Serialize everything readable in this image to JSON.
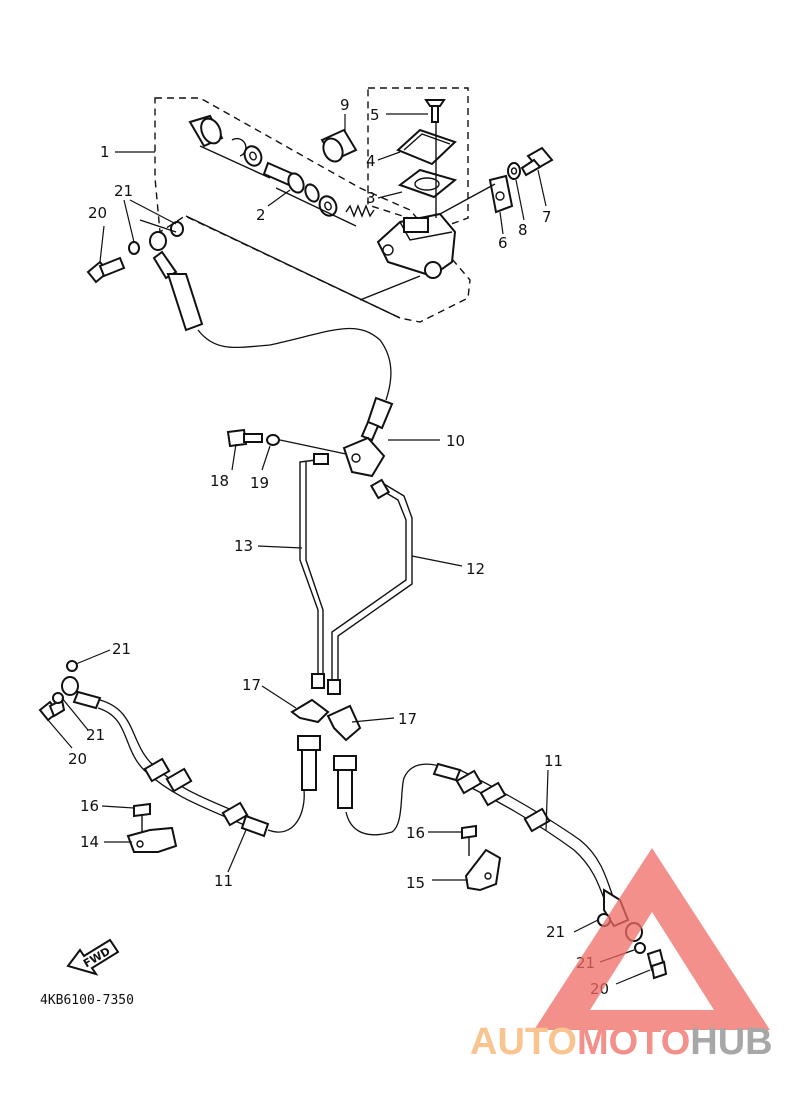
{
  "diagram": {
    "drawing_code": "4KB6100-7350",
    "direction_arrow": "FWD",
    "colors": {
      "line": "#111111",
      "watermark_red": "#ef6b64",
      "watermark_orange": "#f6b26b",
      "watermark_grey": "#8a8a8a"
    },
    "callouts": [
      {
        "id": "c1",
        "label": "1"
      },
      {
        "id": "c2",
        "label": "2"
      },
      {
        "id": "c3",
        "label": "3"
      },
      {
        "id": "c4",
        "label": "4"
      },
      {
        "id": "c5",
        "label": "5"
      },
      {
        "id": "c6",
        "label": "6"
      },
      {
        "id": "c7",
        "label": "7"
      },
      {
        "id": "c8",
        "label": "8"
      },
      {
        "id": "c9",
        "label": "9"
      },
      {
        "id": "c10",
        "label": "10"
      },
      {
        "id": "c11a",
        "label": "11"
      },
      {
        "id": "c11b",
        "label": "11"
      },
      {
        "id": "c12",
        "label": "12"
      },
      {
        "id": "c13",
        "label": "13"
      },
      {
        "id": "c14",
        "label": "14"
      },
      {
        "id": "c15",
        "label": "15"
      },
      {
        "id": "c16a",
        "label": "16"
      },
      {
        "id": "c16b",
        "label": "16"
      },
      {
        "id": "c17a",
        "label": "17"
      },
      {
        "id": "c17b",
        "label": "17"
      },
      {
        "id": "c18",
        "label": "18"
      },
      {
        "id": "c19",
        "label": "19"
      },
      {
        "id": "c20a",
        "label": "20"
      },
      {
        "id": "c20b",
        "label": "20"
      },
      {
        "id": "c20c",
        "label": "20"
      },
      {
        "id": "c21a",
        "label": "21"
      },
      {
        "id": "c21b",
        "label": "21"
      },
      {
        "id": "c21c",
        "label": "21"
      },
      {
        "id": "c21d",
        "label": "21"
      },
      {
        "id": "c21e",
        "label": "21"
      }
    ]
  },
  "watermark": {
    "part1": "AUTO",
    "part2": "MOTO",
    "part3": "HUB"
  }
}
